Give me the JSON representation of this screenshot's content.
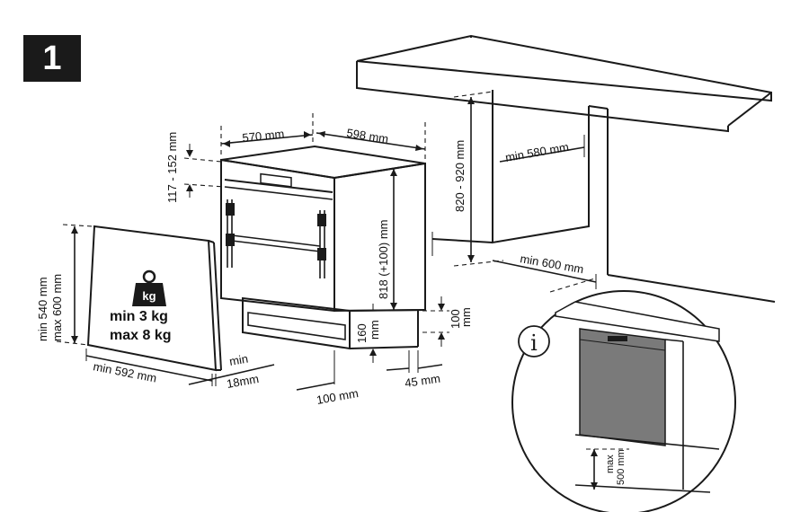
{
  "step_number": "1",
  "icons": {
    "weight": "weight-kg-icon",
    "info": "info-icon"
  },
  "door_panel": {
    "weight_unit": "kg",
    "weight_min": "min  3 kg",
    "weight_max": "max 8 kg",
    "height_min": "min 540 mm",
    "height_max": "max 600 mm",
    "width": "min 592 mm",
    "thickness_min": "min",
    "thickness_value": "18mm"
  },
  "appliance": {
    "depth": "570 mm",
    "width": "598 mm",
    "panel_gap": "117 - 152 mm",
    "height": "818 (+100) mm",
    "plinth_height_value": "160",
    "plinth_height_unit": "mm",
    "foot_adjust_value": "100",
    "foot_adjust_unit": "mm",
    "plinth_depth": "100 mm",
    "rear_gap": "45 mm"
  },
  "niche": {
    "height": "820 - 920 mm",
    "depth": "min 580 mm",
    "width": "min 600 mm"
  },
  "inset": {
    "info_symbol": "i",
    "max_label": "max",
    "max_value": "500 mm"
  }
}
